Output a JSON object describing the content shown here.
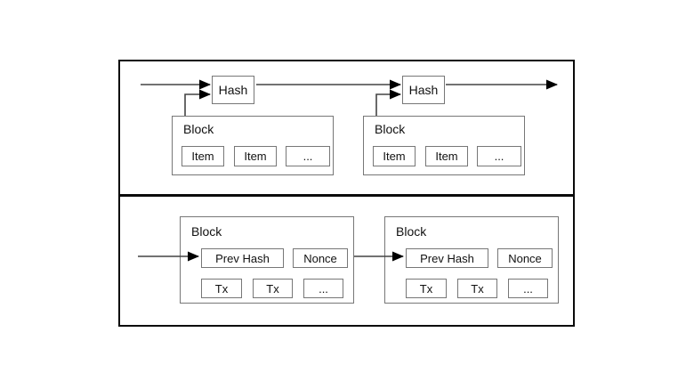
{
  "diagram": {
    "timestamp_server": {
      "hash_boxes": [
        {
          "label": "Hash"
        },
        {
          "label": "Hash"
        }
      ],
      "blocks": [
        {
          "label": "Block",
          "items": [
            "Item",
            "Item",
            "..."
          ]
        },
        {
          "label": "Block",
          "items": [
            "Item",
            "Item",
            "..."
          ]
        }
      ]
    },
    "blockchain": {
      "blocks": [
        {
          "label": "Block",
          "prev_hash": "Prev Hash",
          "nonce": "Nonce",
          "txs": [
            "Tx",
            "Tx",
            "..."
          ]
        },
        {
          "label": "Block",
          "prev_hash": "Prev Hash",
          "nonce": "Nonce",
          "txs": [
            "Tx",
            "Tx",
            "..."
          ]
        }
      ]
    },
    "colors": {
      "background": "#ffffff",
      "panel_border": "#0a0a0a",
      "box_border": "#777777",
      "line": "#444444",
      "arrowhead": "#000000",
      "text": "#111111"
    }
  }
}
